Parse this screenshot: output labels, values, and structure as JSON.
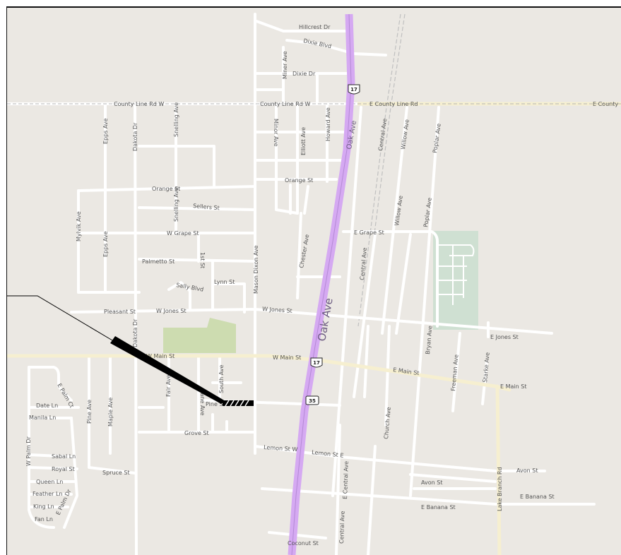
{
  "map": {
    "colors": {
      "land": "#ebe8e3",
      "street": "#ffffff",
      "major_road": "#f6efd0",
      "highway": "#d5a9f2",
      "park": "#cddcb0",
      "cemetery": "#cfe0d2",
      "rail": "#c0c0c0"
    },
    "highway_labels": {
      "oak_ave_north": "Oak Ave",
      "oak_ave_south": "Oak Ave"
    },
    "shields": {
      "us17_north": "17",
      "us17_south": "17",
      "sr35": "35"
    },
    "streets": {
      "hillcrest_dr": "Hillcrest Dr",
      "dixie_blvd": "Dixie Blvd",
      "dixie_dr": "Dixie Dr",
      "miner_ave_north": "Miner Ave",
      "county_line_w1": "County Line Rd W",
      "county_line_w2": "County Line Rd W",
      "e_county_line": "E County Line Rd",
      "e_county_edge": "E County",
      "epps_ave_north": "Epps Ave",
      "dakota_dr": "Dakota Dr",
      "snelling_ave_north": "Snelling Ave",
      "minor_ave": "Minor Ave",
      "elliott_ave": "Elliott Ave",
      "howard_ave": "Howard Ave",
      "central_ave_north": "Central Ave",
      "willow_ave_north": "Willow Ave",
      "poplar_ave_north": "Poplar Ave",
      "orange_st_w": "Orange St",
      "orange_st_e": "Orange St",
      "sellers_st": "Sellers St",
      "snelling_ave": "Snelling Ave",
      "mylvik_ave": "Mylvik Ave",
      "epps_ave": "Epps Ave",
      "w_grape_st": "W Grape St",
      "e_grape_st": "E Grape St",
      "willow_ave": "Willow Ave",
      "poplar_ave": "Poplar Ave",
      "first_st": "1st St",
      "palmetto_st": "Palmetto St",
      "mason_dixon_ave": "Mason Dixon Ave",
      "chester_ave": "Chester Ave",
      "central_ave_mid": "Central Ave",
      "sally_blvd": "Sally Blvd",
      "lynn_st": "Lynn St",
      "pleasant_st": "Pleasant St",
      "w_jones_st1": "W Jones St",
      "w_jones_st2": "W Jones St",
      "e_jones_st": "E Jones St",
      "bryan_ave": "Bryan Ave",
      "dakota_dr_south": "Dakota Dr",
      "w_main_st1": "W Main St",
      "w_main_st2": "W Main St",
      "e_main_st1": "E Main St",
      "e_main_st2": "E Main St",
      "freeman_ave": "Freeman Ave",
      "starke_ave": "Starke Ave",
      "e_palm_ct": "E Palm Ct",
      "fair_ave": "Fair Ave",
      "south_ave": "South Ave",
      "lane_ave": "Lane Ave",
      "pine_st": "Pine St",
      "date_ln": "Date Ln",
      "manila_ln": "Manila Ln",
      "pine_ave": "Pine Ave",
      "maple_ave": "Maple Ave",
      "grove_st": "Grove St",
      "church_ave": "Church Ave",
      "w_palm_dr": "W Palm Dr",
      "lemon_st_w": "Lemon St W",
      "lemon_st_e": "Lemon St E",
      "sabal_ln": "Sabal Ln",
      "royal_st": "Royal St",
      "spruce_st": "Spruce St",
      "e_central_ave": "E Central Ave",
      "lake_branch_rd": "Lake Branch Rd",
      "avon_st_e": "Avon St",
      "avon_st": "Avon St",
      "queen_ln": "Queen Ln",
      "feather_ln": "Feather Ln",
      "e_palm_dr": "E Palm Dr",
      "king_ln": "King Ln",
      "e_banana_st1": "E Banana St",
      "e_banana_st2": "E Banana St",
      "fan_ln": "Fan Ln",
      "central_ave_south": "Central Ave",
      "coconut_st": "Coconut St"
    }
  }
}
